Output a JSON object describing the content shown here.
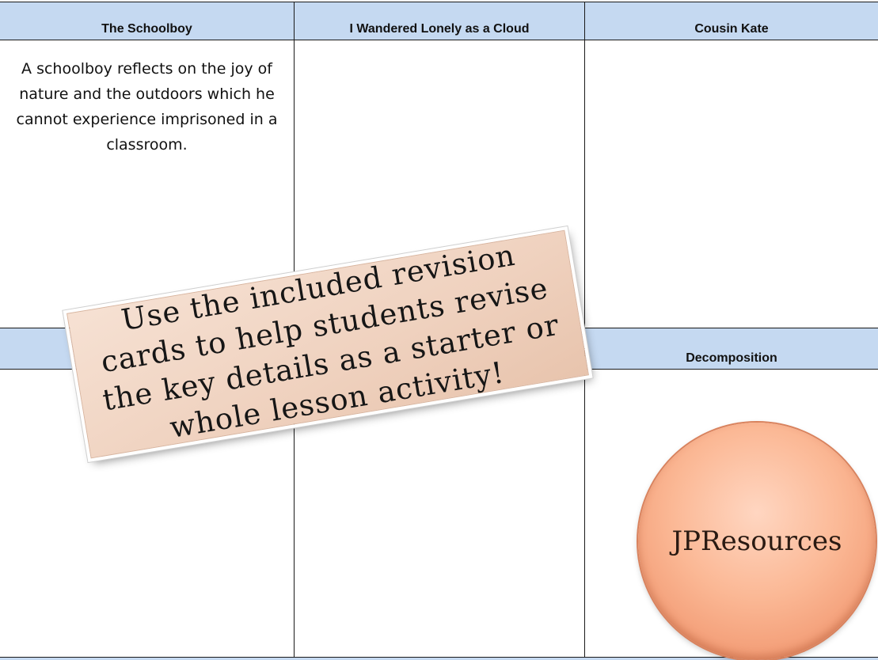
{
  "columns": {
    "col1_header": "The Schoolboy",
    "col2_header": "I Wandered Lonely as a Cloud",
    "col3_header": "Cousin Kate"
  },
  "row1": {
    "col1_text": "A schoolboy reflects on the joy of nature and the outdoors which he cannot experience imprisoned in a classroom.",
    "col2_text": "",
    "col3_text": ""
  },
  "row2": {
    "col1_header": "",
    "col2_header": "",
    "col3_header": "Decomposition"
  },
  "banner": {
    "text": "Use the included revision cards to help students revise the key details as a starter or whole lesson activity!"
  },
  "badge": {
    "text": "JPResources"
  },
  "colors": {
    "header_fill": "#c5d9f1",
    "banner_fill": "#efd1be",
    "badge_fill": "#fbb895"
  }
}
